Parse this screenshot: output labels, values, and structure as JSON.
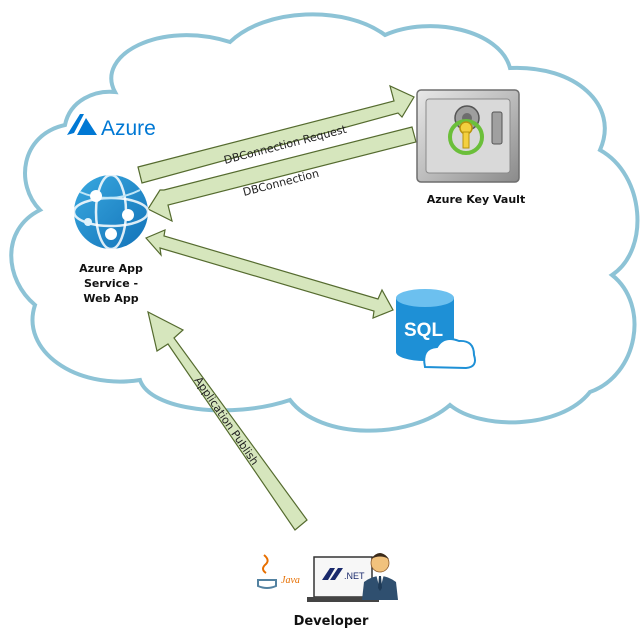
{
  "azure_logo": {
    "text": "Azure"
  },
  "nodes": {
    "web_app": {
      "line1": "Azure App",
      "line2": "Service -",
      "line3": "Web App"
    },
    "key_vault": {
      "label": "Azure Key Vault"
    },
    "sql": {
      "text": "SQL"
    },
    "developer": {
      "label": "Developer"
    }
  },
  "arrows": {
    "request": "DBConnection Request",
    "response": "DBConnection",
    "publish": "Application Publish"
  },
  "developer_icons": {
    "java": "Java",
    "net": ".NET"
  },
  "colors": {
    "cloud_outline": "#8dc3d6",
    "arrow_fill": "#d6e6bd",
    "arrow_stroke": "#556b2f",
    "azure_blue": "#0078d4",
    "sql_blue": "#1e90d6"
  }
}
